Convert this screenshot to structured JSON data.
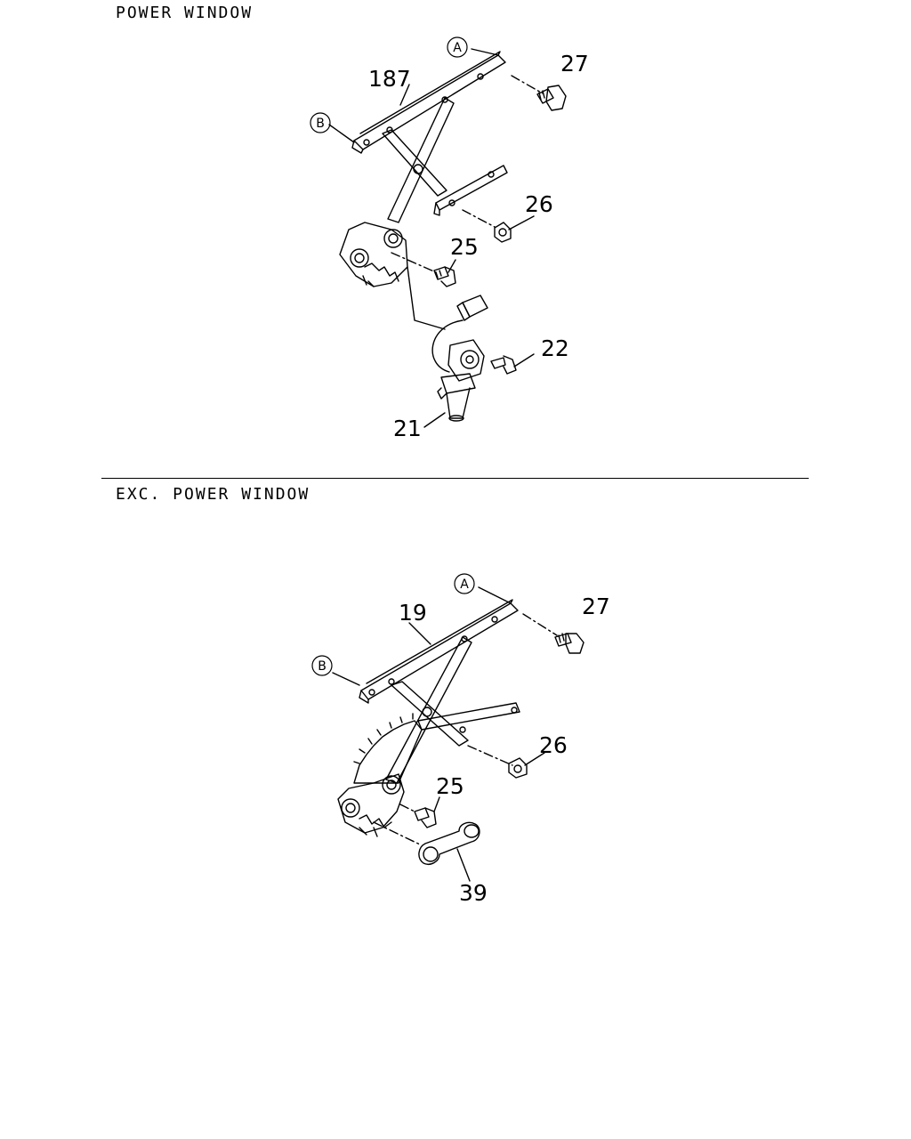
{
  "sections": {
    "top": {
      "title": "POWER WINDOW"
    },
    "bottom": {
      "title": "EXC. POWER WINDOW"
    }
  },
  "callouts": {
    "top": {
      "a": "A",
      "b": "B",
      "regulator": "187",
      "bolt_27": "27",
      "nut_26": "26",
      "bolt_25": "25",
      "screw_22": "22",
      "motor_21": "21"
    },
    "bottom": {
      "a": "A",
      "b": "B",
      "regulator": "19",
      "bolt_27": "27",
      "nut_26": "26",
      "bolt_25": "25",
      "handle_39": "39"
    }
  },
  "colors": {
    "ink": "#000000",
    "paper": "#ffffff"
  }
}
